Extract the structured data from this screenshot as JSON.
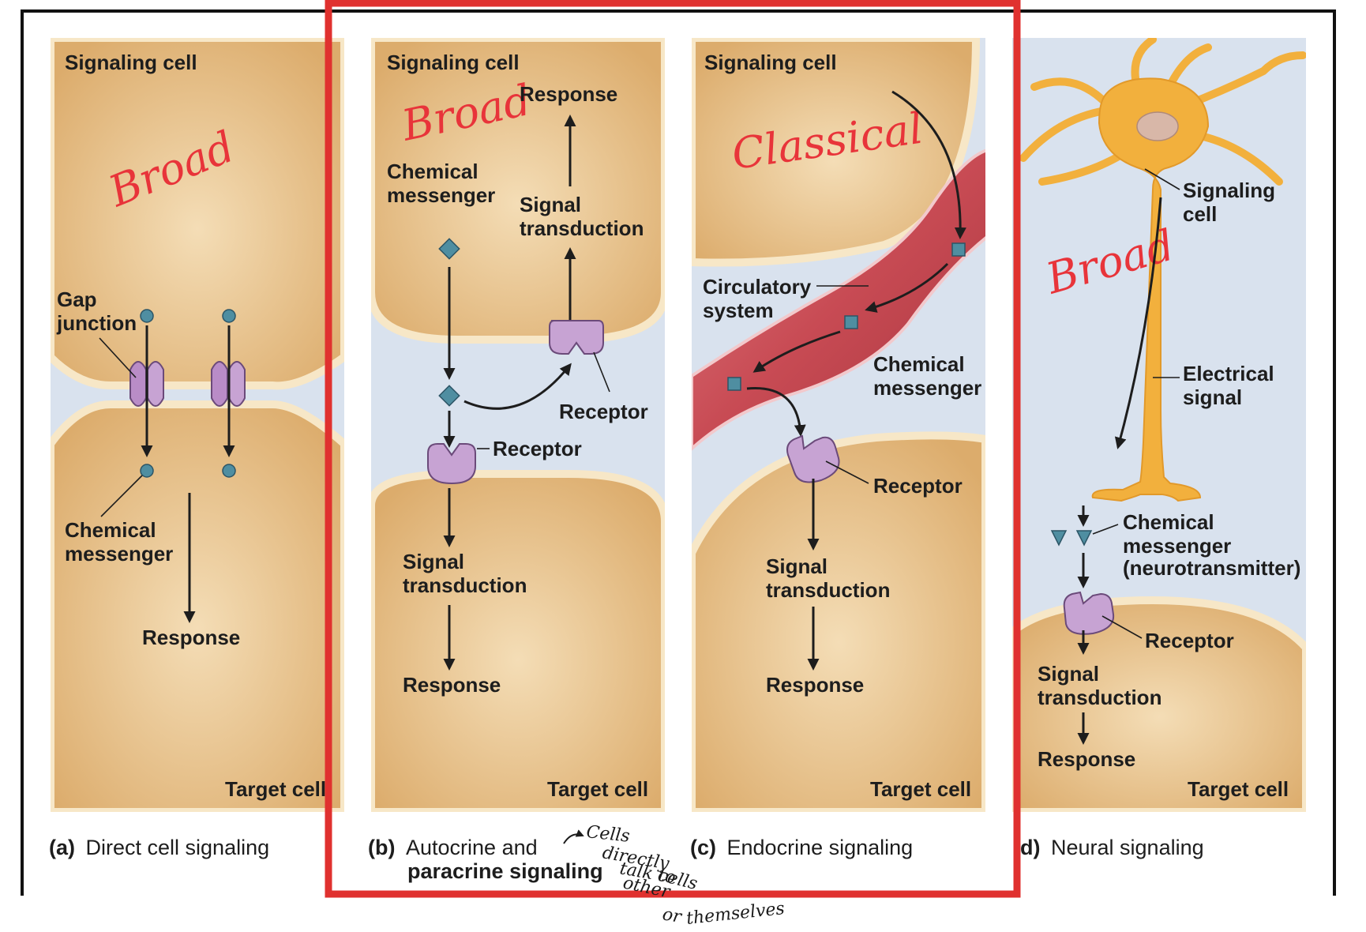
{
  "panels": {
    "a": {
      "signaling_cell": "Signaling cell",
      "gap_junction": [
        "Gap",
        "junction"
      ],
      "chemical_messenger": [
        "Chemical",
        "messenger"
      ],
      "response": "Response",
      "target_cell": "Target cell",
      "caption_letter": "(a)",
      "caption": "Direct cell signaling",
      "note": "Broad"
    },
    "b": {
      "signaling_cell": "Signaling cell",
      "response_top": "Response",
      "chemical_messenger": [
        "Chemical",
        "messenger"
      ],
      "signal_transduction_top": [
        "Signal",
        "transduction"
      ],
      "receptor_top": "Receptor",
      "receptor_bottom": "Receptor",
      "signal_transduction_bottom": [
        "Signal",
        "transduction"
      ],
      "response_bottom": "Response",
      "target_cell": "Target cell",
      "caption_letter": "(b)",
      "caption": [
        "Autocrine and",
        "paracrine signaling"
      ],
      "note": "Broad"
    },
    "c": {
      "signaling_cell": "Signaling cell",
      "circulatory_system": [
        "Circulatory",
        "system"
      ],
      "chemical_messenger": [
        "Chemical",
        "messenger"
      ],
      "receptor": "Receptor",
      "signal_transduction": [
        "Signal",
        "transduction"
      ],
      "response": "Response",
      "target_cell": "Target cell",
      "caption_letter": "(c)",
      "caption": "Endocrine signaling",
      "note": "Classical"
    },
    "d": {
      "signaling_cell": [
        "Signaling",
        "cell"
      ],
      "electrical_signal": [
        "Electrical",
        "signal"
      ],
      "chemical_messenger": [
        "Chemical",
        "messenger",
        "(neurotransmitter)"
      ],
      "receptor": "Receptor",
      "signal_transduction": [
        "Signal",
        "transduction"
      ],
      "response": "Response",
      "target_cell": "Target cell",
      "caption_letter": "d)",
      "caption": "Neural signaling",
      "note": "Broad"
    }
  },
  "handwritten_note": [
    "Cells",
    "directly",
    "talk to",
    "other",
    "cells",
    "or",
    "themselves"
  ],
  "colors": {
    "cell": "#e6c08a",
    "membrane": "#f7e7c7",
    "extracellular": "#d9e2ee",
    "receptor": "#c7a3d3",
    "messenger": "#4f8ea1",
    "vessel": "#c64a52",
    "neuron": "#f2b03d",
    "highlight_box": "#e0312f",
    "annotation": "#e8343a"
  }
}
